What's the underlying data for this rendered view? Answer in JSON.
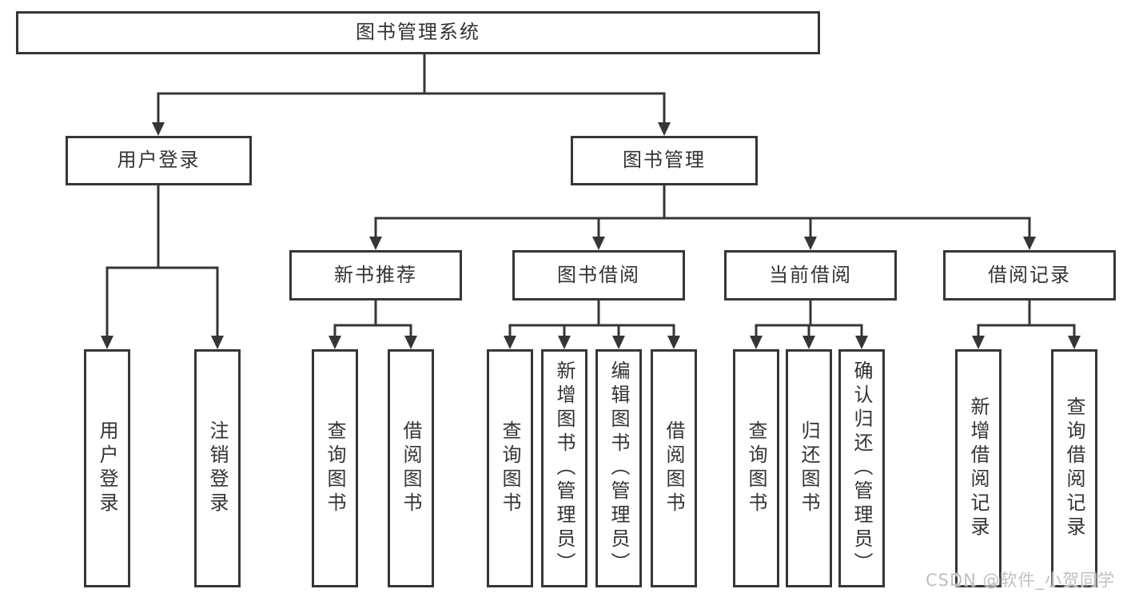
{
  "diagram": {
    "watermark": "CSDN @软件_小贺同学",
    "colors": {
      "line": "#363636",
      "box_border": "#363636",
      "text": "#333333",
      "background": "#ffffff",
      "watermark": "#c0c0c0"
    },
    "tree": {
      "label": "图书管理系统",
      "children": [
        {
          "label": "用户登录",
          "children": [
            {
              "label": "用户登录"
            },
            {
              "label": "注销登录"
            }
          ]
        },
        {
          "label": "图书管理",
          "children": [
            {
              "label": "新书推荐",
              "children": [
                {
                  "label": "查询图书"
                },
                {
                  "label": "借阅图书"
                }
              ]
            },
            {
              "label": "图书借阅",
              "children": [
                {
                  "label": "查询图书"
                },
                {
                  "label": "新增图书（管理员）"
                },
                {
                  "label": "编辑图书（管理员）"
                },
                {
                  "label": "借阅图书"
                }
              ]
            },
            {
              "label": "当前借阅",
              "children": [
                {
                  "label": "查询图书"
                },
                {
                  "label": "归还图书"
                },
                {
                  "label": "确认归还（管理员）"
                }
              ]
            },
            {
              "label": "借阅记录",
              "children": [
                {
                  "label": "新增借阅记录"
                },
                {
                  "label": "查询借阅记录"
                }
              ]
            }
          ]
        }
      ]
    }
  }
}
